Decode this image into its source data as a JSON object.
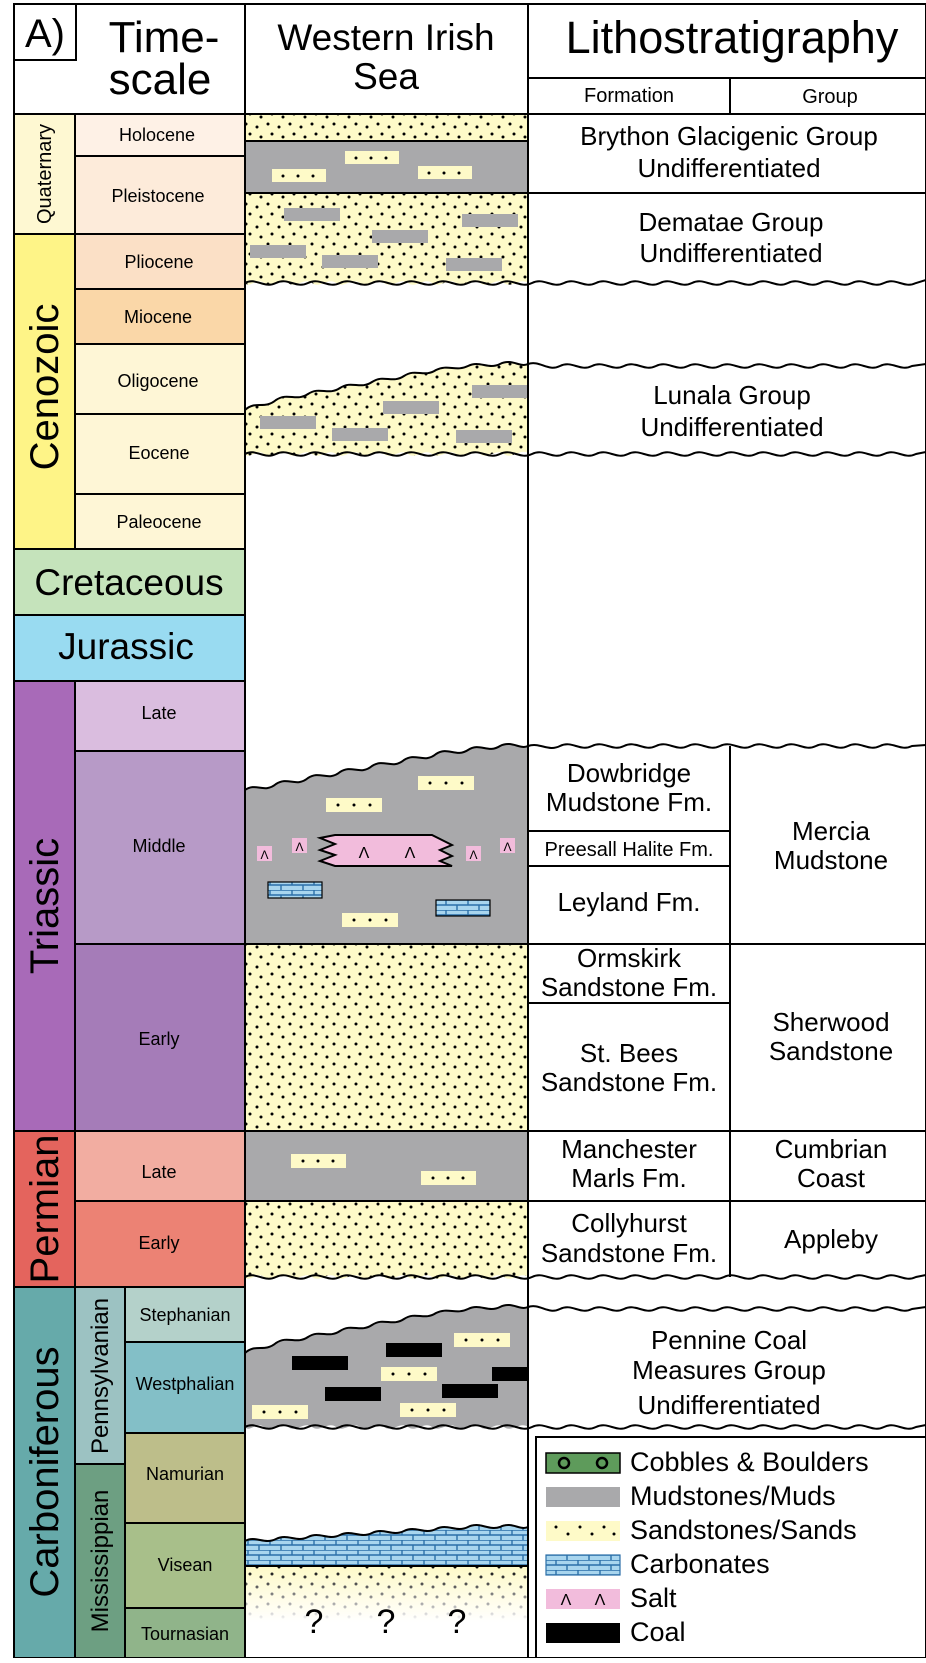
{
  "panel_label": "A)",
  "headers": {
    "timescale_line1": "Time-",
    "timescale_line2": "scale",
    "wis_line1": "Western Irish",
    "wis_line2": "Sea",
    "litho": "Lithostratigraphy",
    "formation": "Formation",
    "group": "Group"
  },
  "periods": {
    "quaternary": "Quaternary",
    "cenozoic": "Cenozoic",
    "cretaceous": "Cretaceous",
    "jurassic": "Jurassic",
    "triassic": "Triassic",
    "permian": "Permian",
    "carboniferous": "Carboniferous",
    "pennsylvanian": "Pennsylvanian",
    "mississippian": "Mississippian"
  },
  "epochs": {
    "holocene": "Holocene",
    "pleistocene": "Pleistocene",
    "pliocene": "Pliocene",
    "miocene": "Miocene",
    "oligocene": "Oligocene",
    "eocene": "Eocene",
    "paleocene": "Paleocene",
    "tri_late": "Late",
    "tri_middle": "Middle",
    "tri_early": "Early",
    "perm_late": "Late",
    "perm_early": "Early",
    "stephanian": "Stephanian",
    "westphalian": "Westphalian",
    "namurian": "Namurian",
    "visean": "Visean",
    "tournasian": "Tournasian"
  },
  "litho": {
    "brython_1": "Brython Glacigenic Group",
    "brython_2": "Undifferentiated",
    "dematae_1": "Dematae Group",
    "dematae_2": "Undifferentiated",
    "lunala_1": "Lunala Group",
    "lunala_2": "Undifferentiated",
    "dowbridge_1": "Dowbridge",
    "dowbridge_2": "Mudstone Fm.",
    "preesall": "Preesall Halite Fm.",
    "leyland": "Leyland Fm.",
    "ormskirk_1": "Ormskirk",
    "ormskirk_2": "Sandstone Fm.",
    "stbees_1": "St. Bees",
    "stbees_2": "Sandstone Fm.",
    "manchester_1": "Manchester",
    "manchester_2": "Marls Fm.",
    "collyhurst_1": "Collyhurst",
    "collyhurst_2": "Sandstone Fm.",
    "mercia_1": "Mercia",
    "mercia_2": "Mudstone",
    "sherwood_1": "Sherwood",
    "sherwood_2": "Sandstone",
    "cumbrian_1": "Cumbrian",
    "cumbrian_2": "Coast",
    "appleby": "Appleby",
    "pennine_1": "Pennine Coal",
    "pennine_2": "Measures Group",
    "pennine_3": "Undifferentiated",
    "unknown": "?"
  },
  "legend": [
    {
      "label": "Cobbles & Boulders",
      "icon": "cobbles-swatch-icon"
    },
    {
      "label": "Mudstones/Muds",
      "icon": "mudstone-swatch-icon"
    },
    {
      "label": "Sandstones/Sands",
      "icon": "sandstone-swatch-icon"
    },
    {
      "label": "Carbonates",
      "icon": "carbonate-swatch-icon"
    },
    {
      "label": "Salt",
      "icon": "salt-swatch-icon"
    },
    {
      "label": "Coal",
      "icon": "coal-swatch-icon"
    }
  ],
  "colors": {
    "quaternary": "#FEF8D2",
    "holocene": "#FEF1E6",
    "pleistocene": "#FDEBDA",
    "pliocene": "#FBE0C6",
    "miocene": "#FAD7A8",
    "paleogene_epochs": "#FEF6D6",
    "cenozoic": "#FEF487",
    "cretaceous": "#C5E3BB",
    "jurassic": "#99DBF1",
    "triassic": "#A86AB8",
    "tri_late": "#DABDDF",
    "tri_middle": "#B79AC7",
    "tri_early": "#A57CB8",
    "permian": "#E4645D",
    "perm_late": "#F2ADA1",
    "perm_early": "#EC8274",
    "carboniferous": "#66AAAA",
    "pennsylvanian": "#9CC2C2",
    "mississippian": "#6D9F82",
    "stephanian": "#B4D1CA",
    "westphalian": "#83BFC7",
    "namurian": "#BDBE8A",
    "visean": "#A8BF8A",
    "tournasian": "#90B48A",
    "sand": "#FEFAC8",
    "mud": "#A9A9AB",
    "salt": "#F2BCDC",
    "carbonate": "#A8D5EE",
    "coal": "#000000",
    "cobble": "#5E9B5B"
  }
}
